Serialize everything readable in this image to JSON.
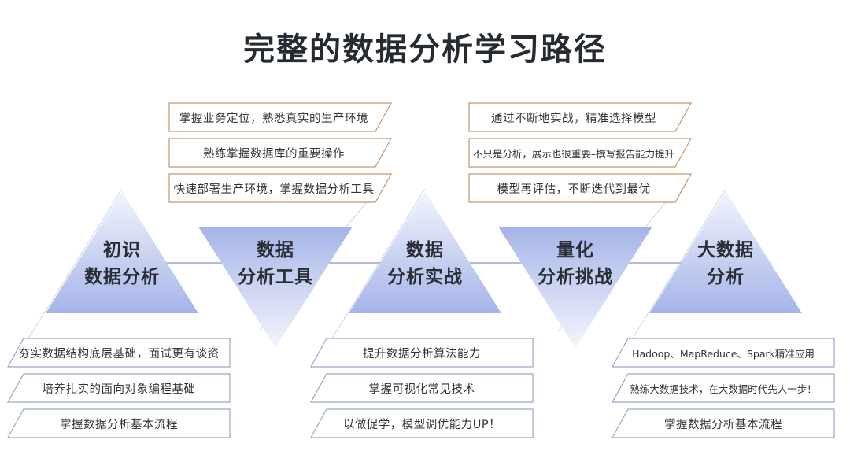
{
  "title": "完整的数据分析学习路径",
  "stages": [
    {
      "line1": "初识",
      "line2": "数据分析"
    },
    {
      "line1": "数据",
      "line2": "分析工具"
    },
    {
      "line1": "数据",
      "line2": "分析实战"
    },
    {
      "line1": "量化",
      "line2": "分析挑战"
    },
    {
      "line1": "大数据",
      "line2": "分析"
    }
  ],
  "top_left_tags": [
    "掌握业务定位，熟悉真实的生产环境",
    "熟练掌握数据库的重要操作",
    "快速部署生产环境，掌握数据分析工具"
  ],
  "top_right_tags": [
    "通过不断地实战，精准选择模型",
    "不只是分析，展示也很重要–撰写报告能力提升",
    "模型再评估，不断迭代到最优"
  ],
  "bottom_left_tags": [
    "夯实数据结构底层基础，面试更有谈资",
    "培养扎实的面向对象编程基础",
    "掌握数据分析基本流程"
  ],
  "bottom_mid_tags": [
    "提升数据分析算法能力",
    "掌握可视化常见技术",
    "以做促学，模型调优能力UP！"
  ],
  "bottom_right_tags": [
    "Hadoop、MapReduce、Spark精准应用",
    "熟练大数据技术，在大数据时代先人一步！",
    "掌握数据分析基本流程"
  ],
  "colors": {
    "orange_border": "#c8946a",
    "blue_border": "#9aa6c8",
    "triangle_top": "#eef1fb",
    "triangle_bottom": "#9fb0e6"
  }
}
